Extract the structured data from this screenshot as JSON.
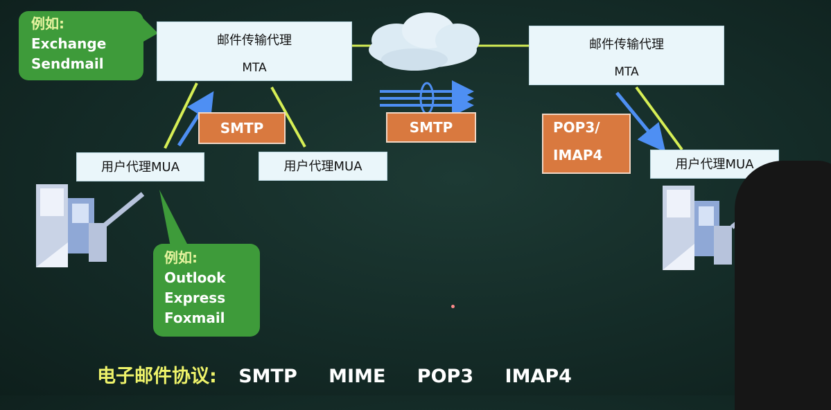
{
  "mta_left": {
    "line1": "邮件传输代理",
    "line2": "MTA"
  },
  "mta_right": {
    "line1": "邮件传输代理",
    "line2": "MTA"
  },
  "mua_left": {
    "label": "用户代理MUA"
  },
  "mua_middle": {
    "label": "用户代理MUA"
  },
  "mua_right": {
    "label": "用户代理MUA"
  },
  "protocols": {
    "smtp_left": "SMTP",
    "smtp_mid": "SMTP",
    "pop3": "POP3/",
    "imap4": "IMAP4"
  },
  "callout_mta": {
    "title": "例如:",
    "items": [
      "Exchange",
      "Sendmail"
    ]
  },
  "callout_mua": {
    "title": "例如:",
    "items": [
      "Outlook",
      "Express",
      "Foxmail"
    ]
  },
  "footer": {
    "label": "电子邮件协议:",
    "items": [
      "SMTP",
      "MIME",
      "POP3",
      "IMAP4"
    ]
  },
  "colors": {
    "background": "#142b27",
    "box": "#eaf6fa",
    "protocol": "#d9793f",
    "callout": "#3e9b3a",
    "connector": "#d6ee55",
    "arrow": "#4e8ff3",
    "footer_label": "#eef36a"
  },
  "icons": [
    "cloud-icon",
    "computer-icon",
    "arrow-icon"
  ]
}
